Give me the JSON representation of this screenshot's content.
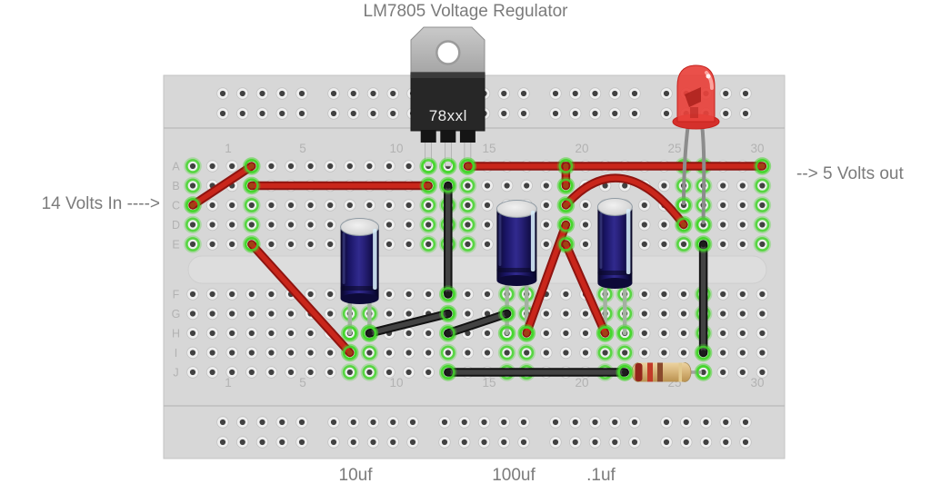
{
  "title": "LM7805 Voltage Regulator",
  "annotations": {
    "input_label": "14 Volts In ---->",
    "output_label": "--> 5 Volts out"
  },
  "components": {
    "regulator": {
      "name": "LM7805 Voltage Regulator",
      "marking": "78xxl"
    },
    "capacitors": [
      {
        "label": "10uf"
      },
      {
        "label": "100uf"
      },
      {
        "label": ".1uf"
      }
    ],
    "led": {
      "color": "red"
    },
    "resistor": {
      "band_colors": [
        "red",
        "red",
        "brown",
        "gold"
      ]
    }
  },
  "breadboard": {
    "column_labels": [
      "1",
      "5",
      "10",
      "15",
      "20",
      "25",
      "30"
    ],
    "row_labels_top": [
      "A",
      "B",
      "C",
      "D",
      "E"
    ],
    "row_labels_bottom": [
      "F",
      "G",
      "H",
      "I",
      "J"
    ],
    "connected_columns_top": [
      1,
      4,
      13,
      14,
      15,
      20,
      26,
      27,
      30
    ],
    "connected_columns_bottom": [
      9,
      10,
      14,
      17,
      18,
      22,
      23,
      27
    ],
    "highlight_color": "#44d62c",
    "wire_colors": {
      "power": "#c9261b",
      "ground": "#3f3f3f"
    }
  }
}
